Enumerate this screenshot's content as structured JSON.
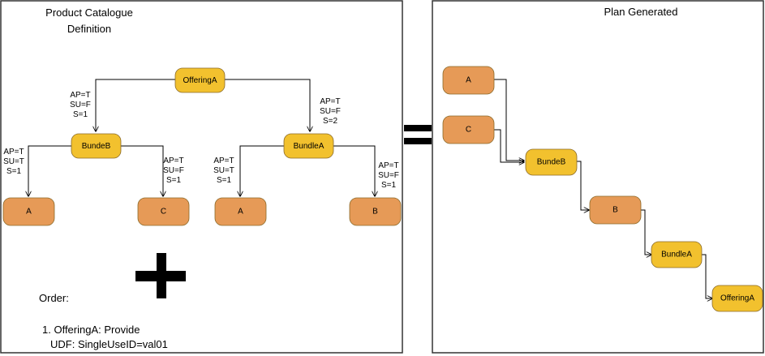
{
  "left_panel": {
    "title_line1": "Product Catalogue",
    "title_line2": "Definition",
    "order_label": "Order:",
    "order_line1": "1. OfferingA: Provide",
    "order_line2": "UDF: SingleUseID=val01"
  },
  "right_panel": {
    "title": "Plan Generated"
  },
  "tree_nodes": [
    {
      "id": "offeringA",
      "label": "OfferingA",
      "kind": "offering"
    },
    {
      "id": "bundeB",
      "label": "BundeB",
      "kind": "offering"
    },
    {
      "id": "bundleA",
      "label": "BundleA",
      "kind": "offering"
    },
    {
      "id": "leafA1",
      "label": "A",
      "kind": "product"
    },
    {
      "id": "leafC",
      "label": "C",
      "kind": "product"
    },
    {
      "id": "leafA2",
      "label": "A",
      "kind": "product"
    },
    {
      "id": "leafB",
      "label": "B",
      "kind": "product"
    }
  ],
  "tree_edges": [
    {
      "from": "offeringA",
      "to": "bundeB",
      "label": [
        "AP=T",
        "SU=F",
        "S=1"
      ]
    },
    {
      "from": "offeringA",
      "to": "bundleA",
      "label": [
        "AP=T",
        "SU=F",
        "S=2"
      ]
    },
    {
      "from": "bundeB",
      "to": "leafA1",
      "label": [
        "AP=T",
        "SU=T",
        "S=1"
      ]
    },
    {
      "from": "bundeB",
      "to": "leafC",
      "label": [
        "AP=T",
        "SU=F",
        "S=1"
      ]
    },
    {
      "from": "bundleA",
      "to": "leafA2",
      "label": [
        "AP=T",
        "SU=T",
        "S=1"
      ]
    },
    {
      "from": "bundleA",
      "to": "leafB",
      "label": [
        "AP=T",
        "SU=F",
        "S=1"
      ]
    }
  ],
  "plan_nodes": [
    {
      "id": "pA",
      "label": "A",
      "kind": "product"
    },
    {
      "id": "pC",
      "label": "C",
      "kind": "product"
    },
    {
      "id": "pBundeB",
      "label": "BundeB",
      "kind": "offering"
    },
    {
      "id": "pB",
      "label": "B",
      "kind": "product"
    },
    {
      "id": "pBundleA",
      "label": "BundleA",
      "kind": "offering"
    },
    {
      "id": "pOfferingA",
      "label": "OfferingA",
      "kind": "offering"
    }
  ],
  "plan_edges": [
    {
      "from": "pA",
      "to": "pBundeB"
    },
    {
      "from": "pC",
      "to": "pBundeB"
    },
    {
      "from": "pBundeB",
      "to": "pB"
    },
    {
      "from": "pB",
      "to": "pBundleA"
    },
    {
      "from": "pBundleA",
      "to": "pOfferingA"
    }
  ],
  "colors": {
    "offering_fill": "#f2c12e",
    "product_fill": "#e69a57",
    "node_stroke": "#8a6a2a",
    "line": "#000000",
    "panel_border": "#333333"
  }
}
